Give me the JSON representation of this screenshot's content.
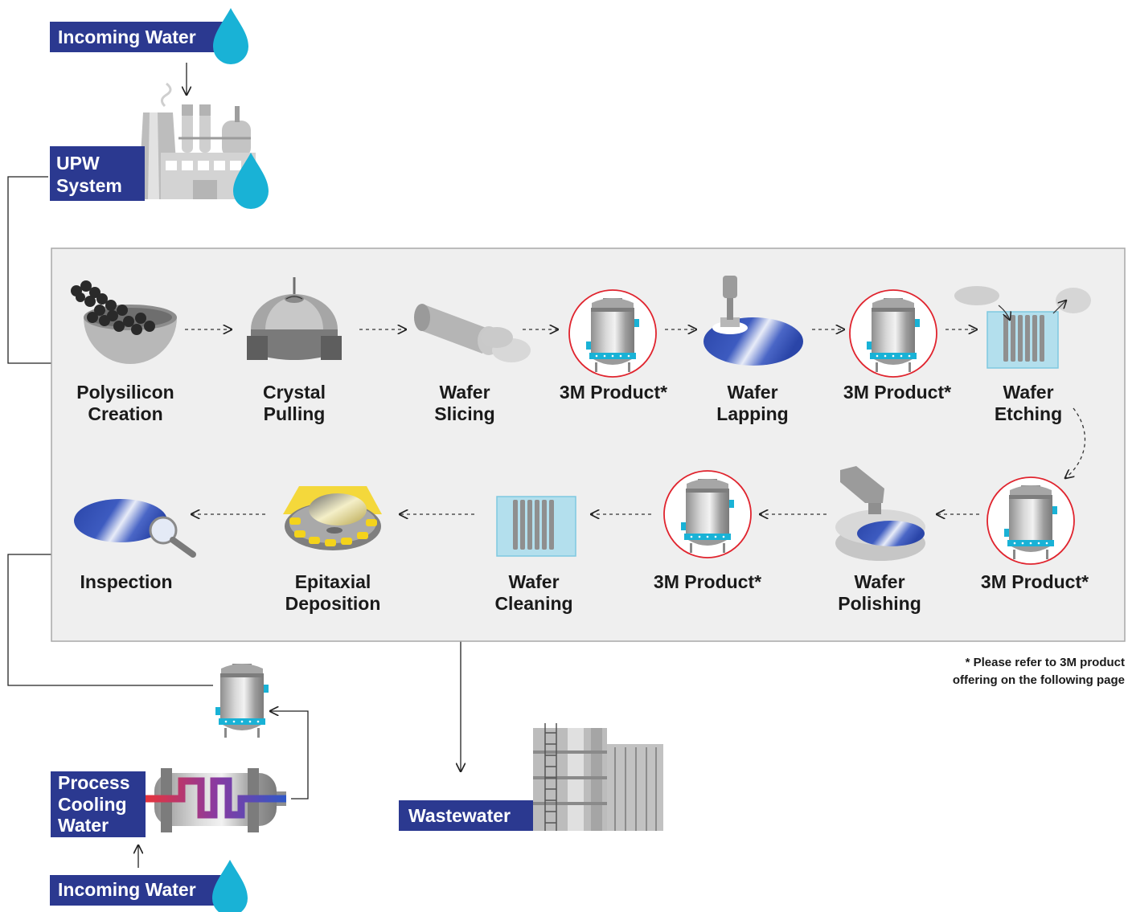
{
  "sources": {
    "incoming_top": "Incoming Water",
    "upw_line1": "UPW",
    "upw_line2": "System",
    "cooling_line1": "Process",
    "cooling_line2": "Cooling",
    "cooling_line3": "Water",
    "incoming_bottom": "Incoming Water",
    "wastewater": "Wastewater"
  },
  "steps": {
    "polysilicon": [
      "Polysilicon",
      "Creation"
    ],
    "crystal": [
      "Crystal",
      "Pulling"
    ],
    "slicing": [
      "Wafer",
      "Slicing"
    ],
    "product_1": "3M Product*",
    "lapping": [
      "Wafer",
      "Lapping"
    ],
    "product_2": "3M Product*",
    "etching": [
      "Wafer",
      "Etching"
    ],
    "product_3": "3M Product*",
    "polishing": [
      "Wafer",
      "Polishing"
    ],
    "product_4": "3M Product*",
    "cleaning": [
      "Wafer",
      "Cleaning"
    ],
    "epitaxial": [
      "Epitaxial",
      "Deposition"
    ],
    "inspection": "Inspection"
  },
  "footnote": {
    "line1": "* Please refer to 3M product",
    "line2": "offering on the following page"
  },
  "colors": {
    "label_bg": "#2b3990",
    "water_drop": "#19b2d6",
    "panel_bg": "#efefef",
    "panel_border": "#a8a8a8",
    "product_ring": "#e0242e",
    "metal": "#a9a9a9",
    "wafer_blue": "#3a55b4",
    "yellow": "#f4d31b"
  }
}
